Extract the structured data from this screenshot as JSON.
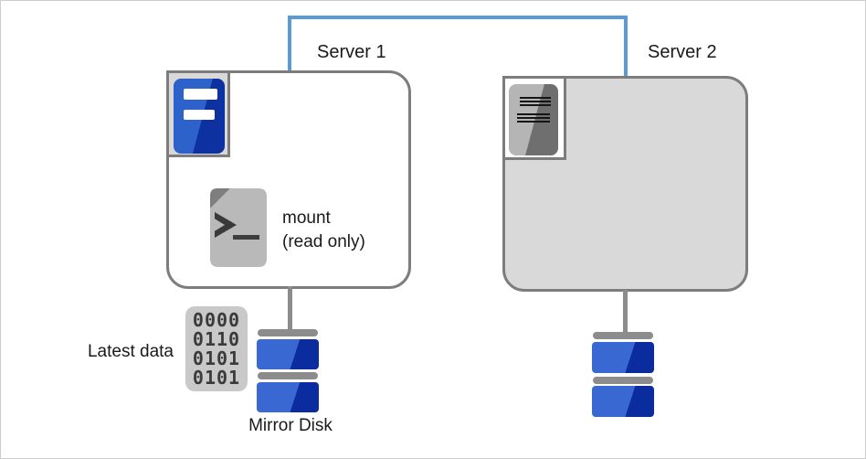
{
  "colors": {
    "accent-blue": "#5B9BD5",
    "outline-gray": "#7D7D7D",
    "box-fill-gray": "#D9D9D9",
    "bar-gray": "#8C8C8C",
    "disk-blue-light": "#3A68D2",
    "disk-blue-dark": "#0A2C9E",
    "server-blue-light": "#2D62CA",
    "server-blue-dark": "#0D31A0",
    "tower-gray-light": "#B5B5B5",
    "tower-gray-dark": "#6F6F6F",
    "doc-gray": "#B9B9B9",
    "doc-fold-gray": "#7E7E7E",
    "binary-bg": "#C9C9C9",
    "digit-gray": "#3B3B3B",
    "ink": "#1A1A1A",
    "frame-border": "#CDCDCD"
  },
  "servers": {
    "server1": {
      "label": "Server 1"
    },
    "server2": {
      "label": "Server 2"
    }
  },
  "mount": {
    "line1": "mount",
    "line2": "(read only)"
  },
  "latest_data": {
    "label": "Latest data",
    "binary_rows": [
      "0000",
      "0110",
      "0101",
      "0101"
    ]
  },
  "mirror_disk": {
    "label": "Mirror Disk"
  },
  "icons": {
    "server1": "server-tower-blue-icon",
    "server2": "server-tower-gray-icon",
    "mount": "shell-script-file-icon",
    "latest_data": "binary-data-icon",
    "disks": "mirror-disk-stack-icon",
    "link": "interconnect-line"
  }
}
